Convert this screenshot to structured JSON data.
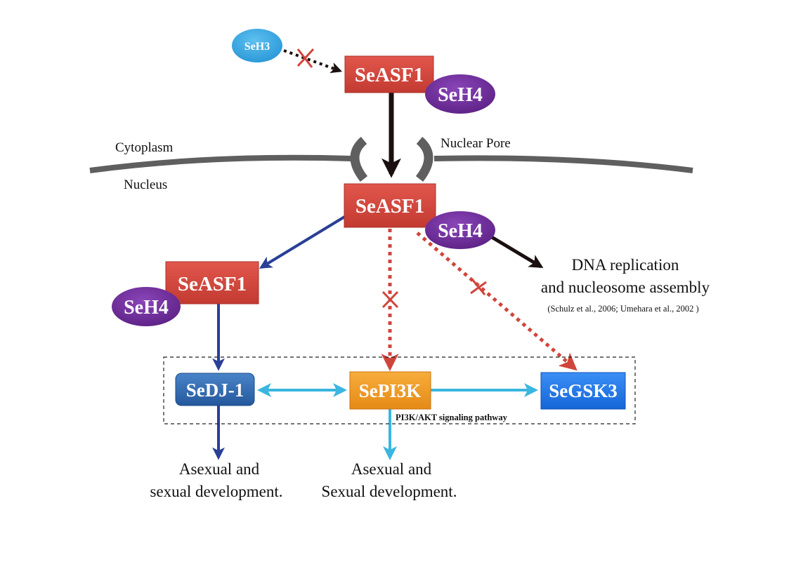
{
  "diagram": {
    "nodes": {
      "seh3": "SeH3",
      "seasf1_top": "SeASF1",
      "seh4_top": "SeH4",
      "seasf1_nucleus": "SeASF1",
      "seh4_nucleus": "SeH4",
      "seasf1_left": "SeASF1",
      "seh4_left": "SeH4",
      "sedj1": "SeDJ-1",
      "sepi3k": "SePI3K",
      "segsk3": "SeGSK3"
    },
    "compartments": {
      "cytoplasm": "Cytoplasm",
      "nucleus": "Nucleus",
      "nuclear_pore": "Nuclear Pore"
    },
    "outcomes": {
      "dna_line1": "DNA replication",
      "dna_line2": "and nucleosome assembly",
      "citation": "(Schulz et al., 2006; Umehara et al., 2002 )",
      "dj1_line1": "Asexual and",
      "dj1_line2": "sexual development.",
      "pi3k_line1": "Asexual and",
      "pi3k_line2": "Sexual development."
    },
    "pathway_label": "PI3K/AKT signaling pathway",
    "colors": {
      "seasf1": "#d0453b",
      "seh4": "#6a2a96",
      "seh3": "#3aa6e0",
      "sedj1": "#2f66ad",
      "sepi3k": "#f09a22",
      "segsk3": "#1f7ae8",
      "membrane": "#5f5f5f",
      "arrow_black": "#1a1010",
      "arrow_navy": "#2a3f96",
      "arrow_cyan": "#3ab6e0",
      "arrow_red": "#d0453b"
    }
  }
}
